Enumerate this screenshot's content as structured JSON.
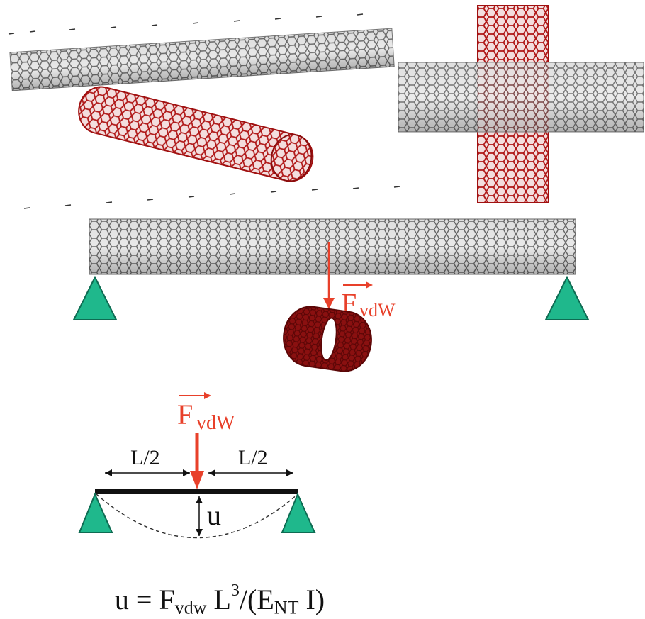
{
  "colors": {
    "gray_tube": "#9a9a9a",
    "gray_tube_dark": "#5a5a5a",
    "red_tube": "#b01818",
    "red_tube_dark": "#6e0a0a",
    "support": "#1fb88c",
    "force": "#e8402a"
  },
  "labels": {
    "force_main": "F",
    "force_sub": "vdW",
    "half_span_left": "L/2",
    "half_span_right": "L/2",
    "deflection": "u"
  },
  "formula": {
    "lhs": "u = F",
    "f_sub": "vdw",
    "l_part": " L",
    "l_sup": "3",
    "open": "/(E",
    "e_sub": "NT",
    "close": " I)"
  }
}
